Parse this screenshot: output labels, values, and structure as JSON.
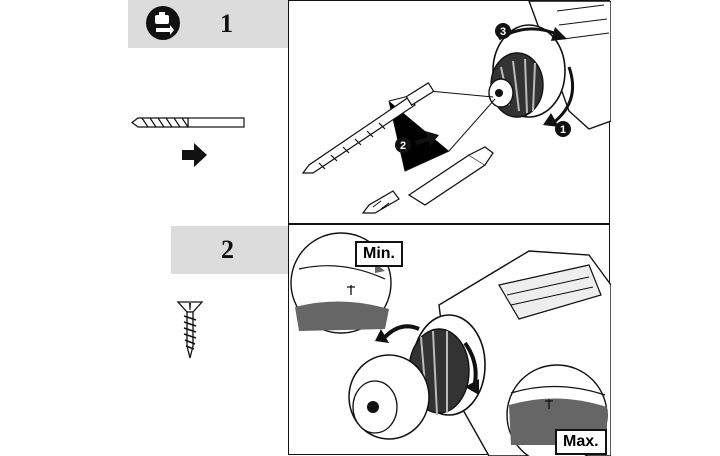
{
  "steps": [
    {
      "number": "1"
    },
    {
      "number": "2"
    }
  ],
  "markers": {
    "one": "1",
    "two": "2",
    "three": "3"
  },
  "callouts": {
    "min": "Min.",
    "max": "Max."
  },
  "colors": {
    "band": "#dcdcdc",
    "ink": "#111111"
  },
  "icons": [
    "bit-change-icon",
    "arrow-right-icon",
    "drill-bit-icon",
    "screw-icon",
    "rotation-arrow-icon"
  ]
}
